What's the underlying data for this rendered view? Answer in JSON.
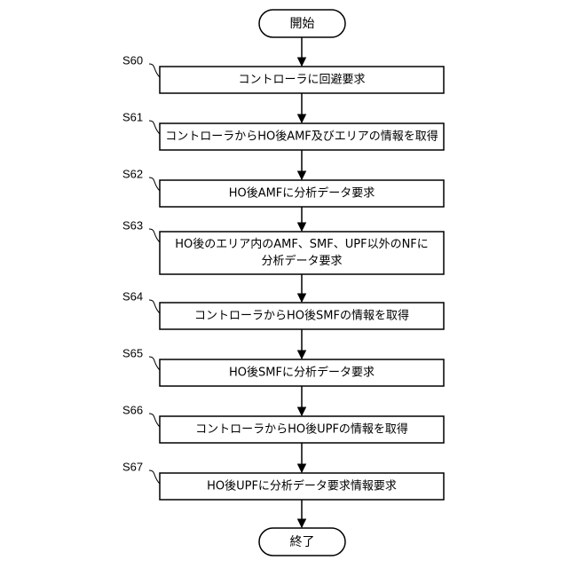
{
  "start_label": "開始",
  "end_label": "終了",
  "steps": [
    {
      "id": "S60",
      "lines": [
        "コントローラに回避要求"
      ]
    },
    {
      "id": "S61",
      "lines": [
        "コントローラからHO後AMF及びエリアの情報を取得"
      ]
    },
    {
      "id": "S62",
      "lines": [
        "HO後AMFに分析データ要求"
      ]
    },
    {
      "id": "S63",
      "lines": [
        "HO後のエリア内のAMF、SMF、UPF以外のNFに",
        "分析データ要求"
      ]
    },
    {
      "id": "S64",
      "lines": [
        "コントローラからHO後SMFの情報を取得"
      ]
    },
    {
      "id": "S65",
      "lines": [
        "HO後SMFに分析データ要求"
      ]
    },
    {
      "id": "S66",
      "lines": [
        "コントローラからHO後UPFの情報を取得"
      ]
    },
    {
      "id": "S67",
      "lines": [
        "HO後UPFに分析データ要求情報要求"
      ]
    }
  ]
}
